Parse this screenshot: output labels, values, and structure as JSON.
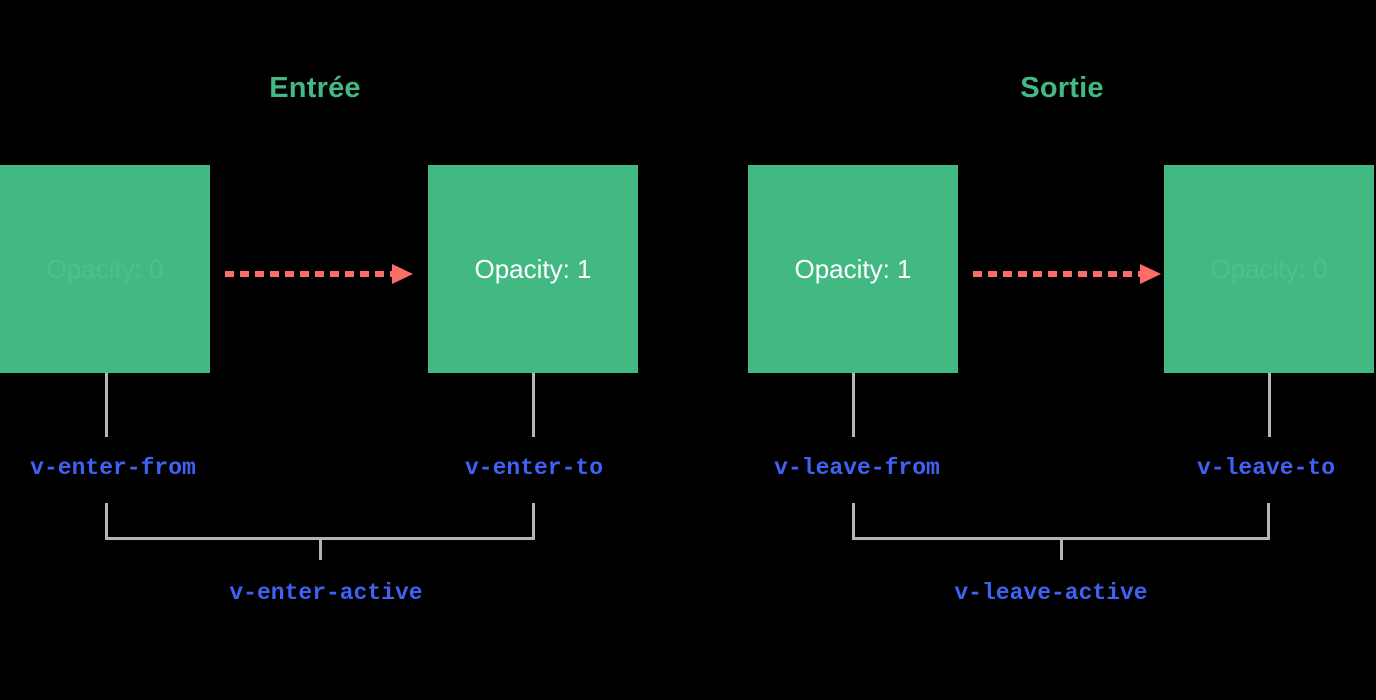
{
  "diagram": {
    "background_color": "#000000",
    "accent_green": "#42b983",
    "accent_coral": "#fc6d68",
    "accent_blue": "#3f62f4",
    "connector_gray": "#b4b4b4",
    "phases": [
      {
        "key": "enter",
        "title": "Entrée",
        "from_box": {
          "label": "Opacity: 0",
          "state": "transparent"
        },
        "to_box": {
          "label": "Opacity: 1",
          "state": "opaque"
        },
        "from_class": "v-enter-from",
        "to_class": "v-enter-to",
        "active_class": "v-enter-active"
      },
      {
        "key": "leave",
        "title": "Sortie",
        "from_box": {
          "label": "Opacity: 1",
          "state": "opaque"
        },
        "to_box": {
          "label": "Opacity: 0",
          "state": "transparent"
        },
        "from_class": "v-leave-from",
        "to_class": "v-leave-to",
        "active_class": "v-leave-active"
      }
    ]
  }
}
